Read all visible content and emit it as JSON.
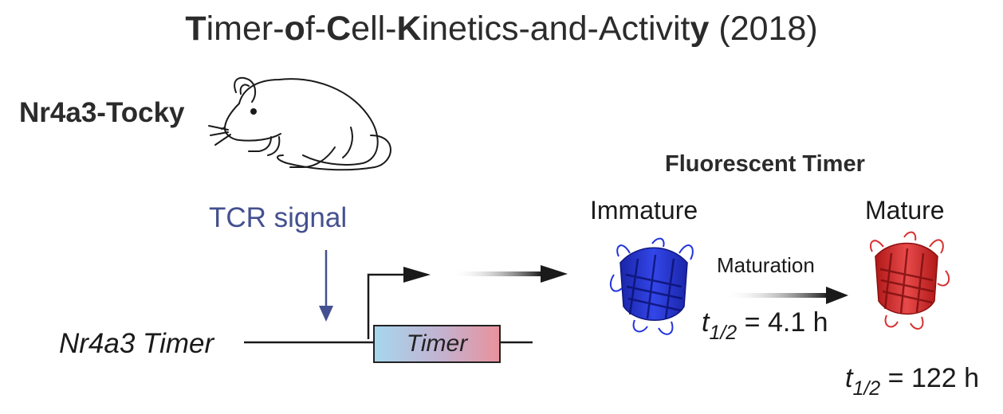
{
  "title": {
    "parts": [
      {
        "text": "T",
        "bold": true
      },
      {
        "text": "imer-",
        "bold": false
      },
      {
        "text": "o",
        "bold": true
      },
      {
        "text": "f-",
        "bold": false
      },
      {
        "text": "C",
        "bold": true
      },
      {
        "text": "ell-",
        "bold": false
      },
      {
        "text": "K",
        "bold": true
      },
      {
        "text": "inetics-and-Activit",
        "bold": false
      },
      {
        "text": "y",
        "bold": true
      },
      {
        "text": " (2018)",
        "bold": false
      }
    ]
  },
  "mouse": {
    "label": "Nr4a3-Tocky",
    "icon": "mouse-line-drawing"
  },
  "signal": {
    "label": "TCR signal",
    "color": "#44508f"
  },
  "construct": {
    "gene_label": "Nr4a3 Timer",
    "box_label": "Timer",
    "promoter_icon": "promoter-arrow"
  },
  "fluorescent_timer": {
    "title": "Fluorescent Timer",
    "immature": {
      "label": "Immature",
      "color": "#1f2fcc",
      "icon": "beta-barrel-protein-blue"
    },
    "mature": {
      "label": "Mature",
      "color": "#d42a2a",
      "icon": "beta-barrel-protein-red"
    },
    "maturation_label": "Maturation",
    "maturation_half_life": {
      "var": "t",
      "sub": "1/2",
      "value": "= 4.1 h"
    },
    "mature_half_life": {
      "var": "t",
      "sub": "1/2",
      "value": "= 122 h"
    }
  }
}
